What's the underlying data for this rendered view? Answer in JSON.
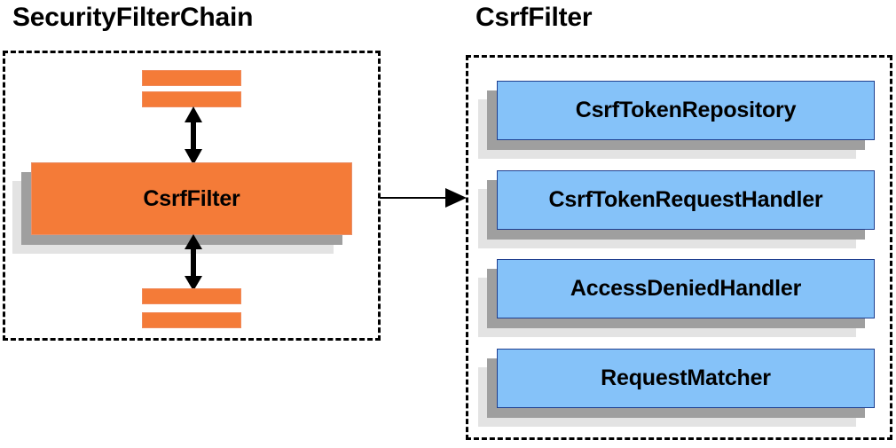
{
  "diagram": {
    "type": "component-relationship-diagram",
    "background_color": "#ffffff",
    "palette": {
      "orange_fill": "#f47b38",
      "blue_fill": "#85c2f9",
      "blue_border": "#1f3f8f",
      "shadow_mid": "#9f9f9f",
      "shadow_back": "#e3e3e3",
      "line_color": "#000000"
    }
  },
  "left_panel": {
    "title": "SecurityFilterChain",
    "main_node": {
      "label": "CsrfFilter"
    },
    "filter_bars_top": [
      "",
      ""
    ],
    "filter_bars_bottom": [
      "",
      ""
    ],
    "arrows": [
      {
        "name": "bidirectional-arrow-above-csrffilter",
        "direction": "both"
      },
      {
        "name": "bidirectional-arrow-below-csrffilter",
        "direction": "both"
      }
    ]
  },
  "connector": {
    "name": "left-to-right-arrow",
    "direction": "right"
  },
  "right_panel": {
    "title": "CsrfFilter",
    "collaborators": [
      {
        "label": "CsrfTokenRepository"
      },
      {
        "label": "CsrfTokenRequestHandler"
      },
      {
        "label": "AccessDeniedHandler"
      },
      {
        "label": "RequestMatcher"
      }
    ]
  }
}
